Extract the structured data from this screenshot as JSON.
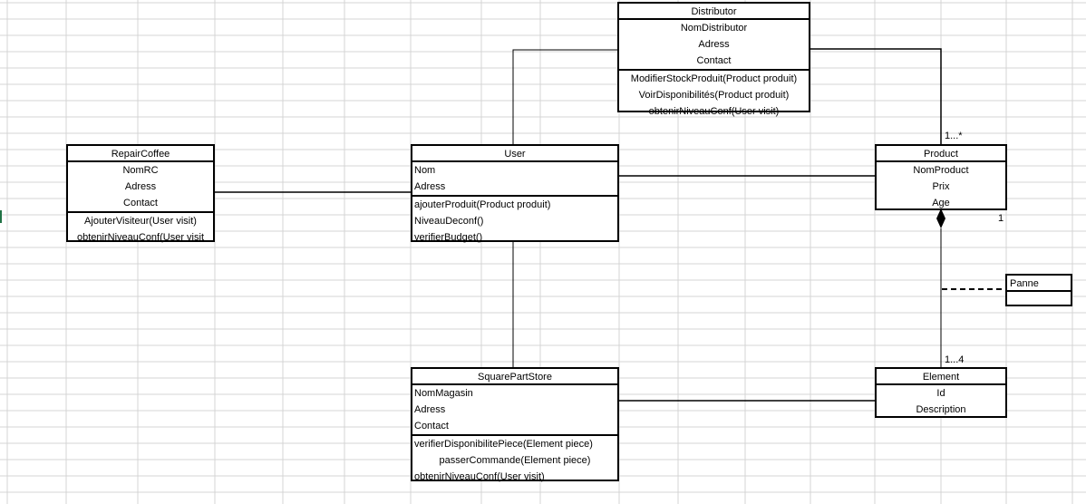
{
  "diagram": {
    "classes": {
      "distributor": {
        "name": "Distributor",
        "attributes": [
          "NomDistributor",
          "Adress",
          "Contact"
        ],
        "methods": [
          "ModifierStockProduit(Product produit)",
          "VoirDisponibilités(Product produit)",
          "obtenirNiveauConf(User visit)"
        ]
      },
      "repaircoffee": {
        "name": "RepairCoffee",
        "attributes": [
          "NomRC",
          "Adress",
          "Contact"
        ],
        "methods": [
          "AjouterVisiteur(User visit)",
          "obtenirNiveauConf(User visit"
        ]
      },
      "user": {
        "name": "User",
        "attributes": [
          "Nom",
          "Adress"
        ],
        "methods": [
          "ajouterProduit(Product produit)",
          "NiveauDeconf()",
          "verifierBudget()"
        ]
      },
      "product": {
        "name": "Product",
        "attributes": [
          "NomProduct",
          "Prix",
          "Age"
        ]
      },
      "squarepartstore": {
        "name": "SquarePartStore",
        "attributes": [
          "NomMagasin",
          "Adress",
          "Contact"
        ],
        "methods": [
          "verifierDisponibilitePiece(Element piece)",
          "passerCommande(Element piece)",
          "obtenirNiveauConf(User visit)"
        ]
      },
      "element": {
        "name": "Element",
        "attributes": [
          "Id",
          "Description"
        ]
      },
      "panne": {
        "name": "Panne"
      }
    },
    "multiplicities": {
      "distributor_product": "1...*",
      "product_composition": "1",
      "element_composition": "1...4"
    }
  }
}
